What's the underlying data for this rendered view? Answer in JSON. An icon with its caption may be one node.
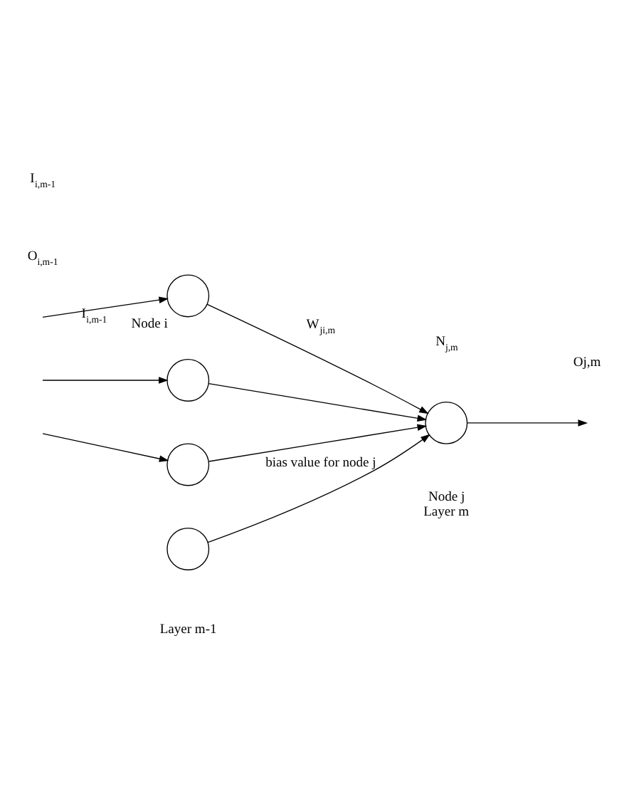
{
  "diagram": {
    "nodes": [
      {
        "text": [],
        "shape": "circle",
        "beside": [
          "Node i"
        ]
      },
      {
        "text": [],
        "shape": "circle"
      },
      {
        "text": [],
        "shape": "circle"
      },
      {
        "text": [],
        "shape": "circle"
      },
      {
        "text": [],
        "shape": "circle",
        "beside": [
          "Node j",
          "Layer m"
        ]
      }
    ],
    "edges": [
      {
        "from": null,
        "to": 0,
        "arrow": "to",
        "label": "I$_{i,m-1}$"
      },
      {
        "from": null,
        "to": 1,
        "arrow": "to"
      },
      {
        "from": null,
        "to": 2,
        "arrow": "to"
      },
      {
        "from": 0,
        "to": 4,
        "arrow": "to",
        "label": "W$_{ji,m}$"
      },
      {
        "from": 1,
        "to": 4,
        "arrow": "to"
      },
      {
        "from": 2,
        "to": 4,
        "arrow": "to"
      },
      {
        "from": 3,
        "to": 4,
        "arrow": "to",
        "label": "bias value for node j"
      },
      {
        "from": 4,
        "to": null,
        "arrow": "to"
      }
    ],
    "labels": [
      "I$_{i,m-1}$",
      "O$_{i,m-1}$",
      "N$_{j,m}$",
      "Oj,m",
      "Layer m-1"
    ]
  }
}
